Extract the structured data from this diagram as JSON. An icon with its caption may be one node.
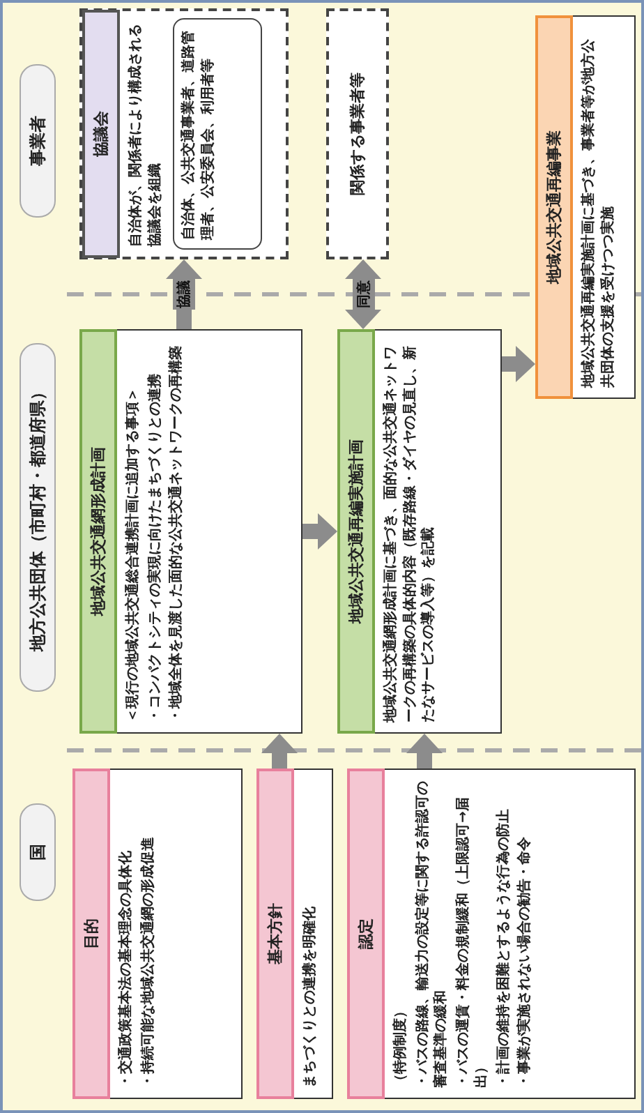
{
  "diagram": {
    "nodes": [
      {
        "text": [
          "国"
        ]
      },
      {
        "text": [
          "地方公共団体（市町村・都道府県）"
        ]
      },
      {
        "text": [
          "事業者"
        ]
      },
      {
        "text": [
          "目的",
          "・交通政策基本法の基本理念の具体化",
          "・持続可能な地域公共交通網の形成促進"
        ]
      },
      {
        "text": [
          "基本方針",
          "まちづくりとの連携を明確化"
        ]
      },
      {
        "text": [
          "認定",
          "（特例制度）",
          "・バスの路線、輸送力の設定等に関する許認可の審査基準の緩和",
          "・バスの運賃・料金の規制緩和（上限認可→届出）",
          "・計画の維持を困難とするような行為の防止",
          "・事業が実施されない場合の勧告・命令"
        ]
      },
      {
        "text": [
          "地域公共交通網形成計画",
          "＜現行の地域公共交通総合連携計画に追加する事項＞",
          "・コンパクトシティの実現に向けたまちづくりとの連携",
          "・地域全体を見渡した面的な公共交通ネットワークの再構築"
        ]
      },
      {
        "text": [
          "地域公共交通再編実施計画",
          "地域公共交通網形成計画に基づき、面的な公共交通ネットワークの再構築の具体的内容（既存路線・ダイヤの見直し、新たなサービスの導入等）を記載"
        ]
      },
      {
        "text": [
          "地域公共交通再編事業",
          "地域公共交通再編実施計画に基づき、事業者等が地方公共団体の支援を受けつつ実施"
        ]
      },
      {
        "text": [
          "協議会",
          "自治体が、関係者により構成される協議会を組織"
        ]
      },
      {
        "text": [
          "自治体、公共交通事業者、道路管理者、公安委員会、利用者等"
        ],
        "in": 9
      },
      {
        "text": [
          "関係する事業者等"
        ]
      }
    ],
    "edges": [
      {
        "from": 4,
        "to": 6,
        "arrow": "to"
      },
      {
        "from": 5,
        "to": 7,
        "arrow": "to"
      },
      {
        "from": 6,
        "to": 7,
        "arrow": "to"
      },
      {
        "from": 7,
        "to": 8,
        "arrow": "to"
      },
      {
        "from": 6,
        "to": 9,
        "arrow": "to",
        "label": "協議"
      },
      {
        "from": 7,
        "to": 11,
        "arrow": "both",
        "label": "同意"
      }
    ]
  }
}
